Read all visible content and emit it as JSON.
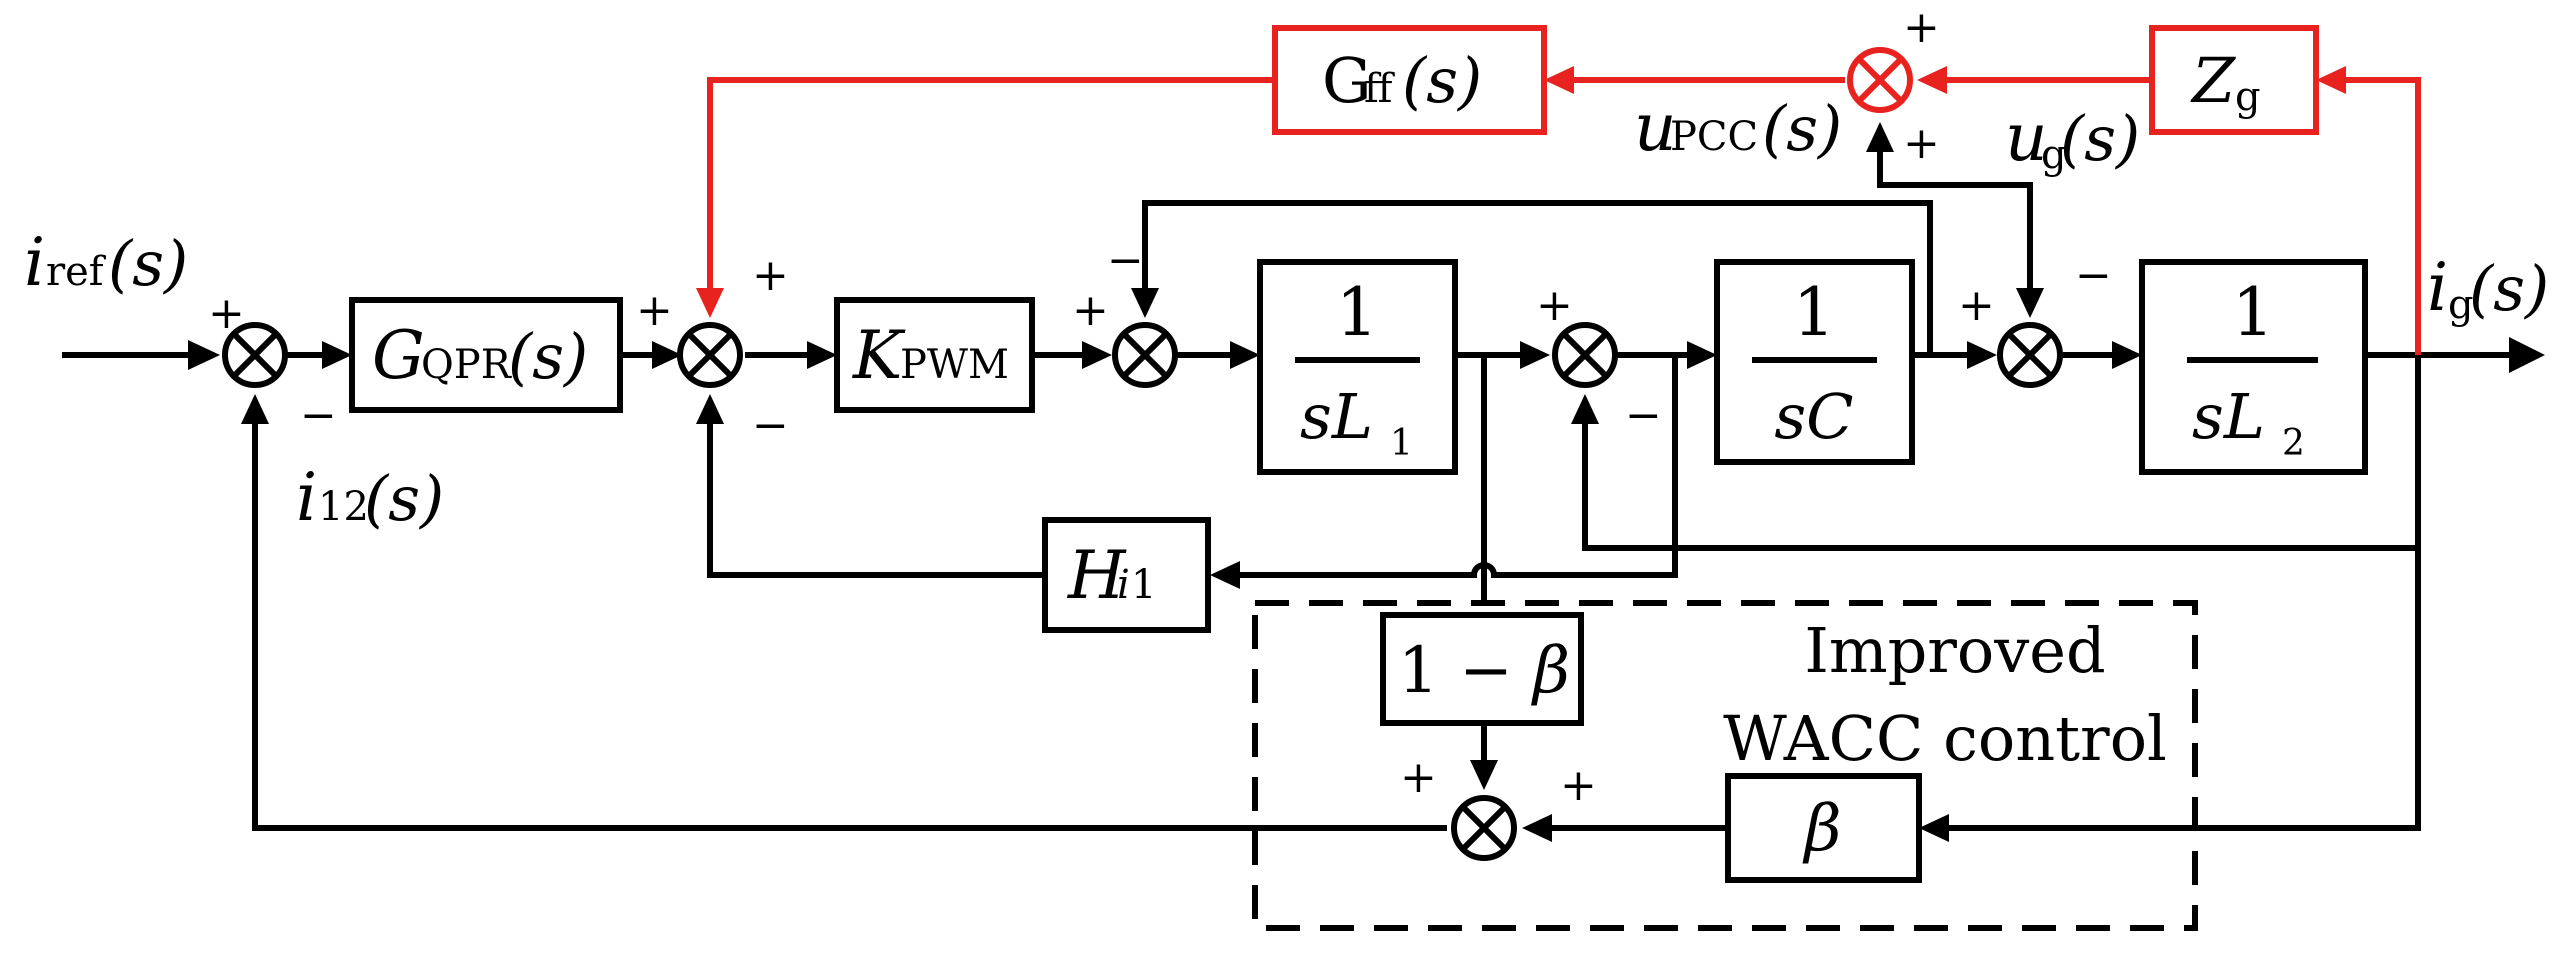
{
  "colors": {
    "feedforward": "#e8231f",
    "main": "#000000"
  },
  "blocks": {
    "gqpr": {
      "main": "G",
      "sub": "QPR",
      "arg": "(s)"
    },
    "kpwm": {
      "main": "K",
      "sub": "PWM"
    },
    "l1": {
      "num": "1",
      "den": "sL",
      "den_sub": "1"
    },
    "c": {
      "num": "1",
      "den": "sC"
    },
    "l2": {
      "num": "1",
      "den": "sL",
      "den_sub": "2"
    },
    "hi1": {
      "main": "H",
      "sub_it": "i",
      "sub": "1"
    },
    "gff": {
      "main": "G",
      "sub": "ff",
      "arg": "(s)"
    },
    "zg": {
      "main": "Z",
      "sub": "g"
    },
    "one_minus_beta": {
      "text": "1 − ",
      "sym": "β"
    },
    "beta": {
      "sym": "β"
    }
  },
  "signals": {
    "iref": {
      "main": "i",
      "sub": "ref",
      "arg": "(s)"
    },
    "i12": {
      "main": "i",
      "sub": "12",
      "arg": "(s)"
    },
    "ig": {
      "main": "i",
      "sub": "g",
      "arg": "(s)"
    },
    "upcc": {
      "main": "u",
      "sub": "PCC",
      "arg": "(s)"
    },
    "ug": {
      "main": "u",
      "sub": "g",
      "arg": "(s)"
    }
  },
  "signs": {
    "plus": "+",
    "minus": "−"
  },
  "box_label": {
    "line1": "Improved",
    "line2": "WACC control"
  }
}
